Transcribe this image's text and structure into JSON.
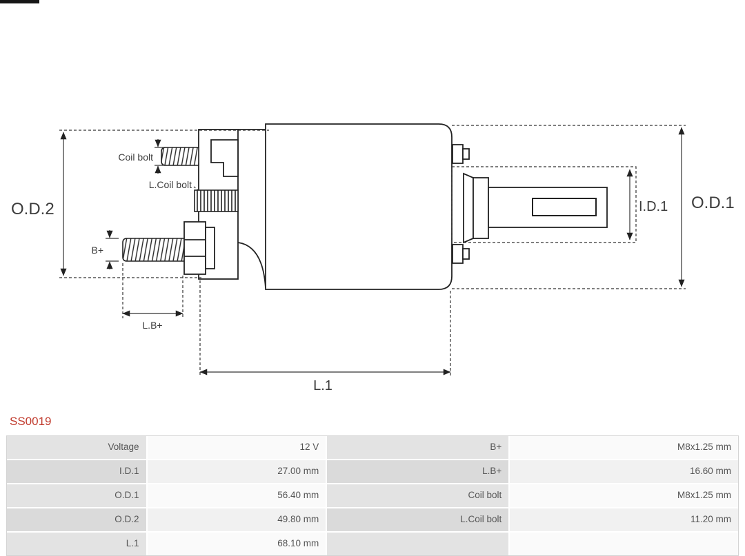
{
  "product": {
    "code": "SS0019"
  },
  "colors": {
    "product_code": "#c0392b",
    "table_label_bg": "#e3e3e3",
    "table_value_bg": "#fafafa",
    "drawing_line": "#222222"
  },
  "diagram": {
    "type": "technical-dimension-drawing",
    "subject": "starter solenoid",
    "labels": {
      "coil_bolt": "Coil bolt",
      "l_coil_bolt": "L.Coil bolt",
      "b_plus": "B+",
      "od2": "O.D.2",
      "od1": "O.D.1",
      "id1": "I.D.1",
      "lb_plus": "L.B+",
      "l1": "L.1"
    }
  },
  "spec_table": {
    "rows": [
      {
        "label_left": "Voltage",
        "value_left": "12 V",
        "label_right": "B+",
        "value_right": "M8x1.25 mm"
      },
      {
        "label_left": "I.D.1",
        "value_left": "27.00 mm",
        "label_right": "L.B+",
        "value_right": "16.60 mm"
      },
      {
        "label_left": "O.D.1",
        "value_left": "56.40 mm",
        "label_right": "Coil bolt",
        "value_right": "M8x1.25 mm"
      },
      {
        "label_left": "O.D.2",
        "value_left": "49.80 mm",
        "label_right": "L.Coil bolt",
        "value_right": "11.20 mm"
      },
      {
        "label_left": "L.1",
        "value_left": "68.10 mm",
        "label_right": "",
        "value_right": ""
      }
    ]
  }
}
